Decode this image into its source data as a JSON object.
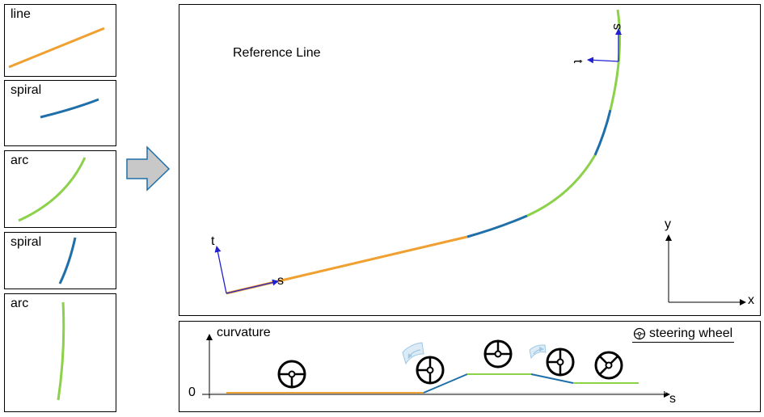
{
  "segments": [
    {
      "label": "line",
      "color": "#F0A030"
    },
    {
      "label": "spiral",
      "color": "#1F6FA8"
    },
    {
      "label": "arc",
      "color": "#8CD14A"
    },
    {
      "label": "spiral",
      "color": "#1F6FA8"
    },
    {
      "label": "arc",
      "color": "#8CD14A"
    }
  ],
  "main": {
    "title": "Reference Line",
    "s_label": "s",
    "t_label": "t",
    "x_label": "x",
    "y_label": "y"
  },
  "curvature": {
    "ylabel": "curvature",
    "xlabel": "s",
    "zero_label": "0",
    "legend": "steering wheel"
  },
  "colors": {
    "axis_vector": "#2020D0",
    "accent": "#1F6FA8",
    "arrow_fill": "#C8C8C8"
  },
  "icons": [
    "steering-wheel-icon",
    "rotation-arrow-icon",
    "right-arrow-icon"
  ]
}
